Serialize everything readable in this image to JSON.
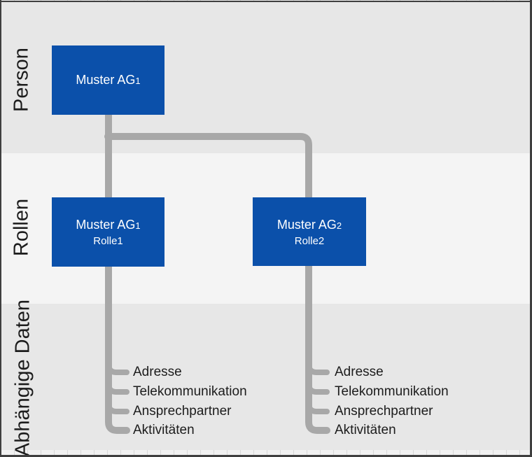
{
  "diagram": {
    "bands": {
      "person": {
        "label": "Person"
      },
      "rollen": {
        "label": "Rollen"
      },
      "daten": {
        "label": "Abhängige Daten"
      }
    },
    "nodes": {
      "person": {
        "name": "Muster AG",
        "sub": "1"
      },
      "rolle1": {
        "name": "Muster AG",
        "sub": "1",
        "role": "Rolle1"
      },
      "rolle2": {
        "name": "Muster AG",
        "sub": "2",
        "role": "Rolle2"
      }
    },
    "dependent_data": {
      "left": [
        "Adresse",
        "Telekommunikation",
        "Ansprechpartner",
        "Aktivitäten"
      ],
      "right": [
        "Adresse",
        "Telekommunikation",
        "Ansprechpartner",
        "Aktivitäten"
      ]
    },
    "colors": {
      "node_blue": "#0b50aa",
      "connector_gray": "#a8a8a8",
      "band_dark": "#e7e7e7",
      "band_light": "#f4f4f4",
      "frame_border": "#3f3f3f",
      "label_text": "#1c1c1c",
      "node_text": "#ffffff"
    }
  }
}
